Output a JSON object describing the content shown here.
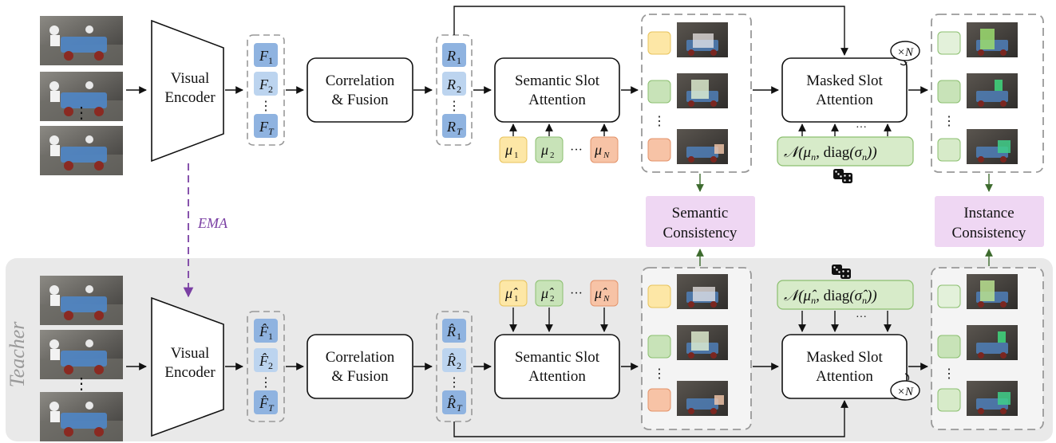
{
  "colors": {
    "teacher_bg": "#e9e9e9",
    "feature_dark": "#8fb3e0",
    "feature_light": "#bcd4ef",
    "yellow": "#fde7a6",
    "green": "#c8e3b8",
    "orange": "#f7c3a6",
    "consistency": "#efd7f3",
    "ema": "#7a3fa3",
    "arrow_green": "#3d6b2e"
  },
  "teacher_label": "Teacher",
  "ema_label": "EMA",
  "encoder": {
    "line1": "Visual",
    "line2": "Encoder"
  },
  "correlation": {
    "line1": "Correlation",
    "line2": "& Fusion"
  },
  "semantic_attn": {
    "line1": "Semantic Slot",
    "line2": "Attention"
  },
  "masked_attn": {
    "line1": "Masked Slot",
    "line2": "Attention"
  },
  "semantic_consistency": {
    "line1": "Semantic",
    "line2": "Consistency"
  },
  "instance_consistency": {
    "line1": "Instance",
    "line2": "Consistency"
  },
  "repeat_label": "×N",
  "ellipsis_h": "···",
  "ellipsis_v": "⋮",
  "student": {
    "features": {
      "base": [
        "F",
        "F",
        "F"
      ],
      "sub": [
        "1",
        "2",
        "T"
      ]
    },
    "refined": {
      "base": [
        "R",
        "R",
        "R"
      ],
      "sub": [
        "1",
        "2",
        "T"
      ]
    },
    "mus": {
      "base": [
        "μ",
        "μ",
        "μ"
      ],
      "sub": [
        "1",
        "2",
        "N"
      ]
    },
    "gauss": {
      "prefix": "𝒩",
      "mu": "μ",
      "n": "n",
      "diag": "diag",
      "sigma": "σ"
    }
  },
  "teacher": {
    "features": {
      "base": [
        "F̂",
        "F̂",
        "F̂"
      ],
      "sub": [
        "1",
        "2",
        "T"
      ]
    },
    "refined": {
      "base": [
        "R̂",
        "R̂",
        "R̂"
      ],
      "sub": [
        "1",
        "2",
        "T"
      ]
    },
    "mus": {
      "base": [
        "μ̂",
        "μ̂",
        "μ̂"
      ],
      "sub": [
        "1",
        "2",
        "N"
      ]
    },
    "gauss": {
      "prefix": "𝒩",
      "mu": "μ̂",
      "n": "n",
      "diag": "diag",
      "sigma": "σ̂"
    }
  },
  "icons": {
    "frames": "video-frame-thumbnail",
    "dice": "dice-icon"
  }
}
